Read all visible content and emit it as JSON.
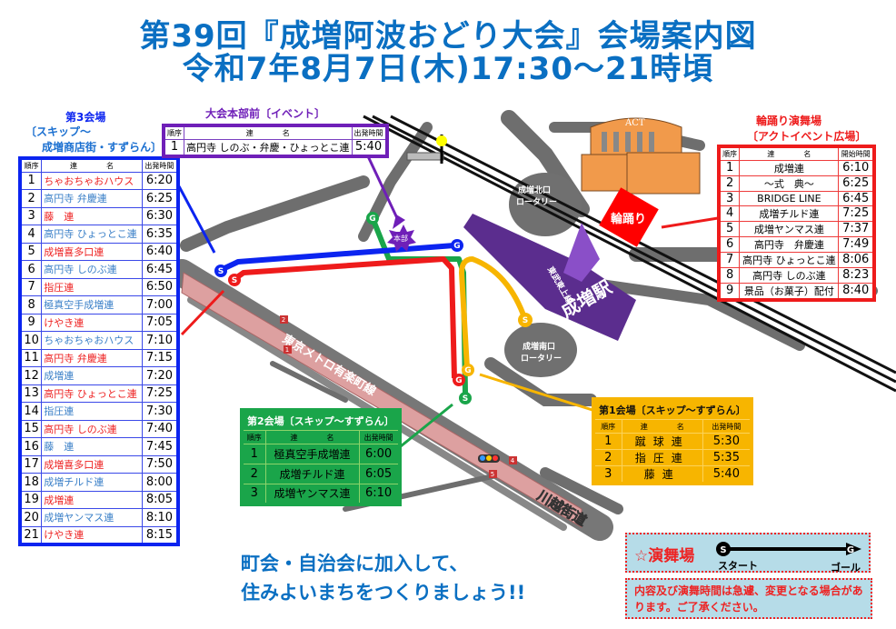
{
  "title": {
    "line1": "第39回『成増阿波おどり大会』会場案内図",
    "line2": "令和7年8月7日(木)17:30〜21時頃"
  },
  "colors": {
    "title": "#0a6fc2",
    "venue3": "#0b24f0",
    "hq": "#6f1fb8",
    "ring": "#ee1b1b",
    "venue2": "#1aa54a",
    "venue1": "#f7b500"
  },
  "venue3": {
    "title": "第3会場",
    "subtitle1": "〔スキップ〜",
    "subtitle2": "成増商店街・すずらん〕",
    "headers": [
      "順序",
      "連　　　　名",
      "出発時間"
    ],
    "rows": [
      [
        "1",
        "ちゃおちゃおハウス",
        "6:20"
      ],
      [
        "2",
        "高円寺 弁慶連",
        "6:25"
      ],
      [
        "3",
        "藤　連",
        "6:30"
      ],
      [
        "4",
        "高円寺 ひょっとこ連",
        "6:35"
      ],
      [
        "5",
        "成増喜多口連",
        "6:40"
      ],
      [
        "6",
        "高円寺 しのぶ連",
        "6:45"
      ],
      [
        "7",
        "指圧連",
        "6:50"
      ],
      [
        "8",
        "極真空手成増連",
        "7:00"
      ],
      [
        "9",
        "けやき連",
        "7:05"
      ],
      [
        "10",
        "ちゃおちゃおハウス",
        "7:10"
      ],
      [
        "11",
        "高円寺 弁慶連",
        "7:15"
      ],
      [
        "12",
        "成増連",
        "7:20"
      ],
      [
        "13",
        "高円寺 ひょっとこ連",
        "7:25"
      ],
      [
        "14",
        "指圧連",
        "7:30"
      ],
      [
        "15",
        "高円寺 しのぶ連",
        "7:40"
      ],
      [
        "16",
        "藤　連",
        "7:45"
      ],
      [
        "17",
        "成増喜多口連",
        "7:50"
      ],
      [
        "18",
        "成増チルド連",
        "8:00"
      ],
      [
        "19",
        "成増連",
        "8:05"
      ],
      [
        "20",
        "成増ヤンマス連",
        "8:10"
      ],
      [
        "21",
        "けやき連",
        "8:15"
      ]
    ]
  },
  "hq": {
    "title": "大会本部前〔イベント〕",
    "headers": [
      "順序",
      "連　　　　名",
      "出発時間"
    ],
    "rows": [
      [
        "1",
        "高円寺 しのぶ・弁慶・ひょっとこ連",
        "5:40"
      ]
    ]
  },
  "ring": {
    "title": "輪踊り演舞場",
    "subtitle": "〔アクトイベント広場〕",
    "headers": [
      "順序",
      "連　　　　名",
      "開始時間"
    ],
    "rows": [
      [
        "1",
        "成増連",
        "6:10"
      ],
      [
        "2",
        "〜式　典〜",
        "6:25"
      ],
      [
        "3",
        "BRIDGE LINE",
        "6:45"
      ],
      [
        "4",
        "成増チルド連",
        "7:25"
      ],
      [
        "5",
        "成増ヤンマス連",
        "7:37"
      ],
      [
        "6",
        "高円寺　弁慶連",
        "7:49"
      ],
      [
        "7",
        "高円寺 ひょっとこ連",
        "8:06"
      ],
      [
        "8",
        "高円寺 しのぶ連",
        "8:23"
      ],
      [
        "9",
        "景品（お菓子）配付",
        "8:40"
      ]
    ]
  },
  "venue2": {
    "title": "第2会場〔スキップ〜すずらん〕",
    "headers": [
      "順序",
      "連　　　　名",
      "出発時間"
    ],
    "rows": [
      [
        "1",
        "極真空手成増連",
        "6:00"
      ],
      [
        "2",
        "成増チルド連",
        "6:05"
      ],
      [
        "3",
        "成増ヤンマス連",
        "6:10"
      ]
    ]
  },
  "venue1": {
    "title": "第1会場〔スキップ〜すずらん〕",
    "headers": [
      "順序",
      "連　　　　名",
      "出発時間"
    ],
    "rows": [
      [
        "1",
        "蹴球連",
        "5:30"
      ],
      [
        "2",
        "指圧連",
        "5:35"
      ],
      [
        "3",
        "藤連",
        "5:40"
      ]
    ]
  },
  "map": {
    "hq_marker": "本部",
    "act_building": "ACT",
    "ring_dance": "輪踊り",
    "station": "成増駅",
    "tobu_line": "東武東上線",
    "north_rotary1": "成増北口",
    "north_rotary2": "ロータリー",
    "south_rotary1": "成増南口",
    "south_rotary2": "ロータリー",
    "metro_line": "東京メトロ有楽町線",
    "kawagoe_road": "川越街道",
    "start": "S",
    "goal": "G",
    "exits": [
      "2",
      "1",
      "4",
      "5"
    ]
  },
  "slogan": {
    "line1": "町会・自治会に加入して、",
    "line2": "住みよいまちをつくりましょう!!"
  },
  "legend": {
    "label": "☆演舞場",
    "start_mark": "S",
    "goal_mark": "G",
    "start": "スタート",
    "goal": "ゴール"
  },
  "notice": "内容及び演舞時間は急遽、変更となる場合があります。ご了承ください。"
}
